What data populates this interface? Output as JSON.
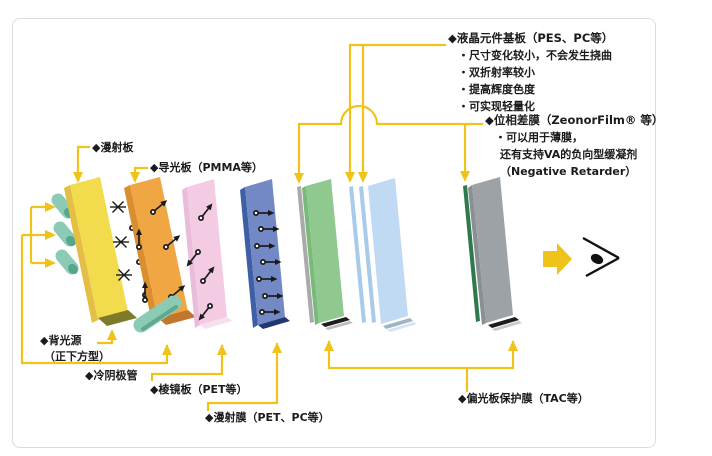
{
  "diagram_title_semantic": "LCD module layer structure diagram",
  "colors": {
    "connector_line": "#EFC319",
    "diffuser_plate": "#F2DC4E",
    "light_guide": "#F0A643",
    "prism_sheet": "#F3CCE3",
    "diffusion_film": "#7389C6",
    "rear_polarizer": "#8FC98F",
    "lc_cell": "#BFDAF2",
    "front_polarizer": "#9DA2A6",
    "retarder_strip_gray": "#AAAAAA",
    "retarder_strip_green": "#2F7A4D",
    "ccfl_lamp": "#8BCBB6",
    "label_text": "#1b1b1b"
  },
  "annotations": {
    "substrate": {
      "title": "◆液晶元件基板（PES、PC等）",
      "bullets": [
        "・尺寸变化较小，不会发生挠曲",
        "・双折射率较小",
        "・提高辉度色度",
        "・可实现轻量化"
      ]
    },
    "retarder": {
      "title": "◆位相差膜（ZeonorFilm® 等）",
      "bullet": "・可以用于薄膜，",
      "line2": "还有支持VA的负向型缓凝剂",
      "line3": "（Negative Retarder）"
    },
    "diffuser_plate": "◆漫射板",
    "light_guide": "◆导光板（PMMA等）",
    "backlight_line1": "◆背光源",
    "backlight_line2": "（正下方型）",
    "ccfl": "◆冷阴极管",
    "prism_sheet": "◆棱镜板（PET等）",
    "diffusion_film": "◆漫射膜（PET、PC等）",
    "polarizer_protective_film": "◆偏光板保护膜（TAC等）"
  }
}
